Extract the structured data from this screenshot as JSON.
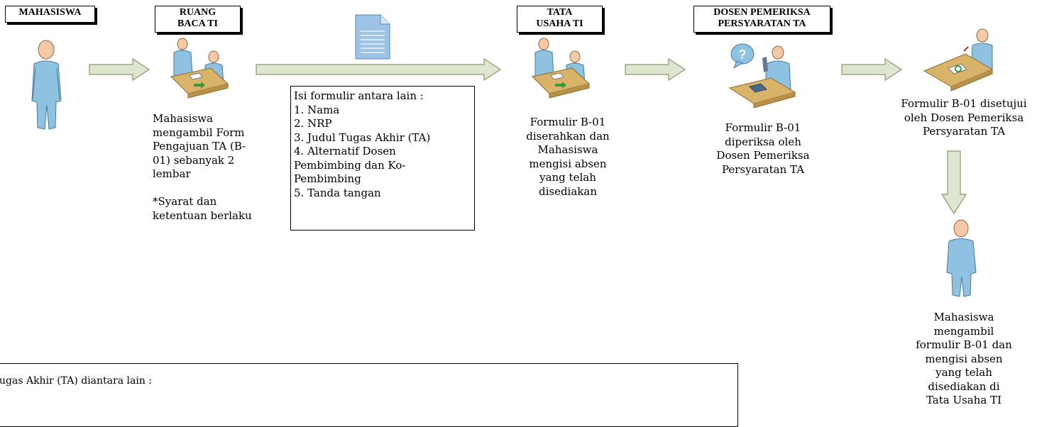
{
  "labels": {
    "mahasiswa": "MAHASISWA",
    "ruang_baca_1": "RUANG",
    "ruang_baca_2": "BACA TI",
    "tata_usaha_1": "TATA",
    "tata_usaha_2": "USAHA TI",
    "dosen_1": "DOSEN PEMERIKSA",
    "dosen_2": "PERSYARATAN TA"
  },
  "descriptions": {
    "step1": "Mahasiswa\nmengambil Form\nPengajuan TA (B-\n01) sebanyak 2\nlembar\n\n*Syarat dan\nketentuan berlaku",
    "step2": "Formulir B-01\ndiserahkan dan\nMahasiswa\nmengisi absen\nyang telah\ndisediakan",
    "step3": "Formulir B-01\ndiperiksa oleh\nDosen Pemeriksa\nPersyaratan TA",
    "step4": "Formulir B-01 disetujui\noleh Dosen Pemeriksa\nPersyaratan TA",
    "step5": "Mahasiswa\nmengambil\nformulir B-01 dan\nmengisi absen\nyang telah\ndisediakan di\nTata Usaha TI"
  },
  "form_box": "Isi formulir antara lain :\n1. Nama\n2. NRP\n3. Judul Tugas Akhir (TA)\n4. Alternatif Dosen\nPembimbing dan Ko-\nPembimbing\n5. Tanda tangan",
  "bottom_box": "ugas Akhir (TA) diantara lain :",
  "colors": {
    "arrow_fill": "#dfe6cf",
    "arrow_stroke": "#8a9a6e",
    "person_blue": "#8fc1e0",
    "skin": "#f5c9a6",
    "desk": "#d9b36a",
    "document_blue": "#9dc3e6"
  }
}
